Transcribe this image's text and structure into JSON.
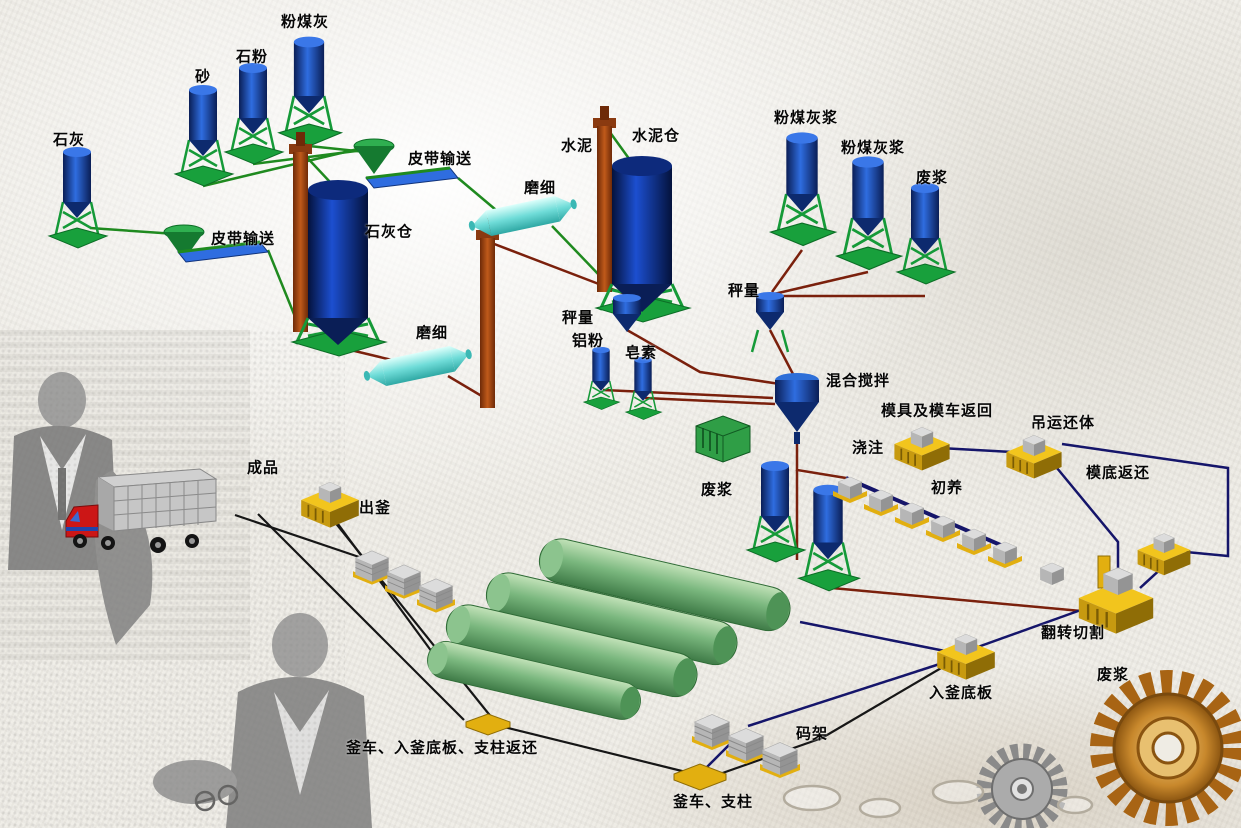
{
  "diagram": {
    "kind": "industrial-process-flow",
    "colors": {
      "silo_blue": "#1c4fd0",
      "silo_dark_blue": "#0a1e56",
      "frame_green": "#18a03c",
      "mill_cyan": "#6fdcd8",
      "elevator_brown": "#c05a1a",
      "machine_yellow": "#f2c51d",
      "autoclave_green": "#7ab77e",
      "pipe_maroon": "#7a200c",
      "pipe_navy": "#15156a",
      "pipe_black": "#161616",
      "gear_gold": "#c8882c"
    }
  },
  "labels": [
    {
      "text": "石灰"
    },
    {
      "text": "砂"
    },
    {
      "text": "石粉"
    },
    {
      "text": "粉煤灰"
    },
    {
      "text": "皮带输送"
    },
    {
      "text": "磨细"
    },
    {
      "text": "水泥"
    },
    {
      "text": "水泥仓"
    },
    {
      "text": "石灰仓"
    },
    {
      "text": "皮带输送"
    },
    {
      "text": "磨细"
    },
    {
      "text": "秤量"
    },
    {
      "text": "铝粉"
    },
    {
      "text": "皂素"
    },
    {
      "text": "粉煤灰浆"
    },
    {
      "text": "粉煤灰浆"
    },
    {
      "text": "废浆"
    },
    {
      "text": "秤量"
    },
    {
      "text": "混合搅拌"
    },
    {
      "text": "模具及模车返回"
    },
    {
      "text": "吊运还体"
    },
    {
      "text": "模底返还"
    },
    {
      "text": "浇注"
    },
    {
      "text": "初养"
    },
    {
      "text": "废浆"
    },
    {
      "text": "翻转切割"
    },
    {
      "text": "入釜底板"
    },
    {
      "text": "废浆"
    },
    {
      "text": "码架"
    },
    {
      "text": "成品"
    },
    {
      "text": "出釜"
    },
    {
      "text": "釜车、入釜底板、支柱返还"
    },
    {
      "text": "釜车、支柱"
    }
  ]
}
